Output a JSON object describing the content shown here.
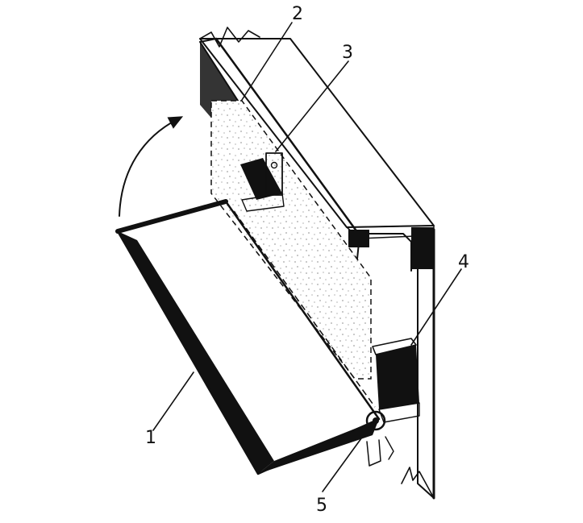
{
  "diagram": {
    "callouts": [
      {
        "id": "1",
        "label": "1"
      },
      {
        "id": "2",
        "label": "2"
      },
      {
        "id": "3",
        "label": "3"
      },
      {
        "id": "4",
        "label": "4"
      },
      {
        "id": "5",
        "label": "5"
      }
    ],
    "colors": {
      "ink": "#111111",
      "paper": "#ffffff",
      "stipple": "#2a2a2a"
    }
  }
}
